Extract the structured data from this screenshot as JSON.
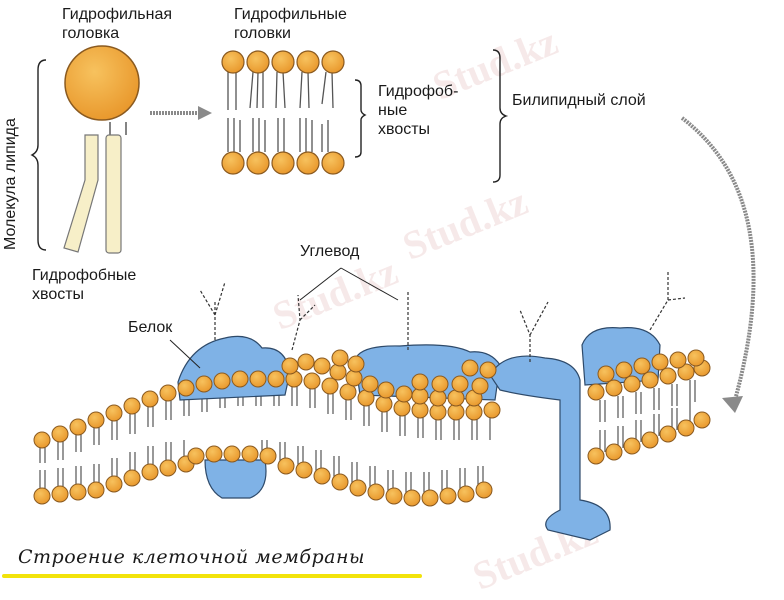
{
  "title": "Строение клеточной мембраны",
  "labels": {
    "hydrophilic_head": [
      "Гидрофильная",
      "головка"
    ],
    "hydrophilic_heads": [
      "Гидрофильные",
      "головки"
    ],
    "hydrophobic_tails_mid": [
      "Гидрофоб-",
      "ные",
      "хвосты"
    ],
    "bilipid_layer": "Билипидный слой",
    "lipid_molecule": "Молекула липида",
    "hydrophobic_tails": [
      "Гидрофобные",
      "хвосты"
    ],
    "carbohydrate": "Углевод",
    "protein": "Белок"
  },
  "watermark": "Stud.kz",
  "colors": {
    "lipid_head": "#f0a73a",
    "lipid_head_stroke": "#8a5a20",
    "tail_fill": "#f7efc8",
    "protein": "#7fb2e6",
    "arrow": "#8a8a8a",
    "caption_underline": "#f2e30a"
  }
}
